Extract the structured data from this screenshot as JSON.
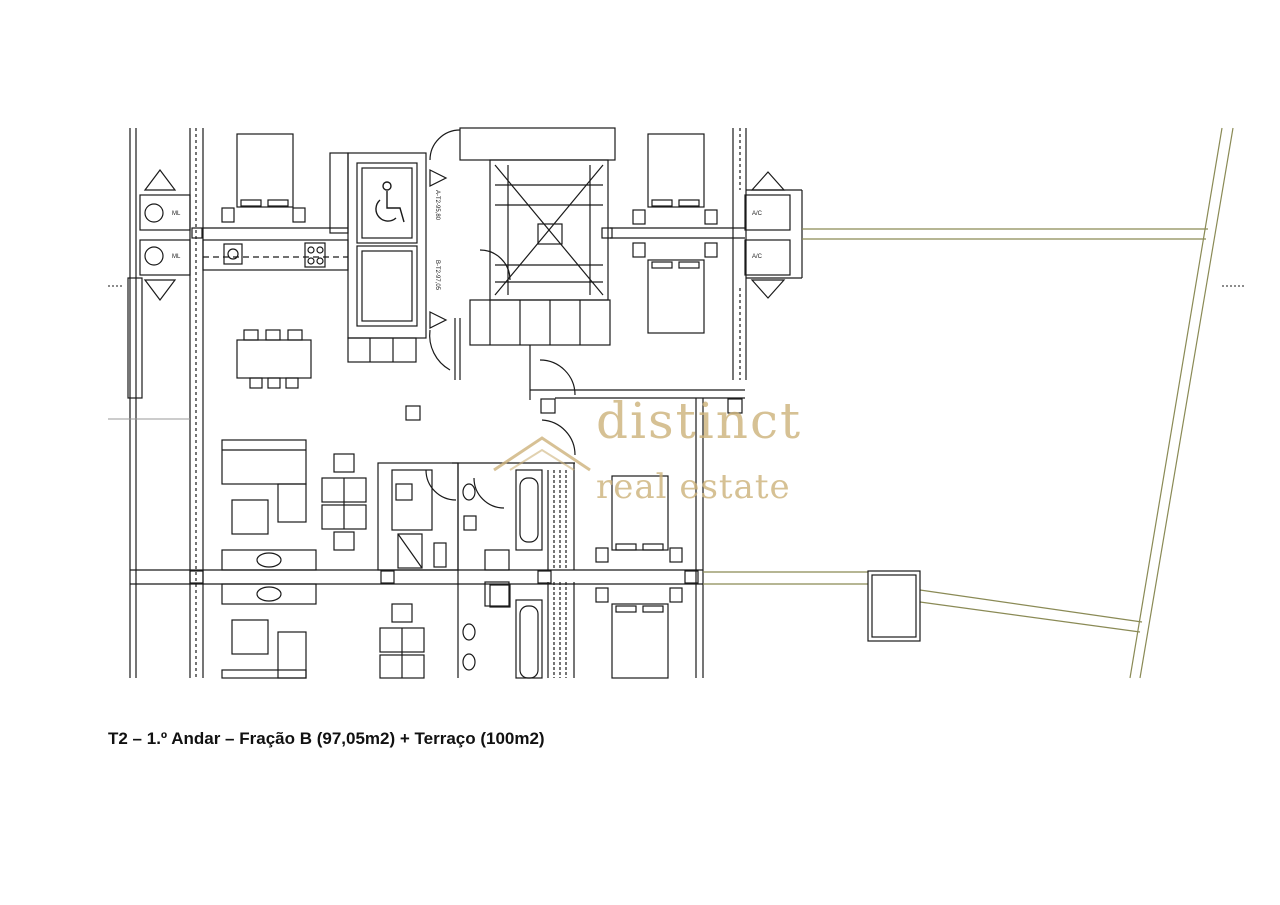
{
  "caption": "T2 – 1.º Andar – Fração B (97,05m2) + Terraço (100m2)",
  "logo": {
    "line1": "distinct",
    "line2": "real estate",
    "color": "#cdb27a",
    "roof_icon": "house-roof-icon"
  },
  "labels": {
    "lift_a": "A-T2-95,80",
    "lift_b": "B-T2-97,05",
    "ml_1": "ML",
    "ml_2": "ML",
    "ac_1": "A/C",
    "ac_2": "A/C"
  },
  "colors": {
    "line": "#1a1a1a",
    "terrace_line": "#8a8a55"
  }
}
